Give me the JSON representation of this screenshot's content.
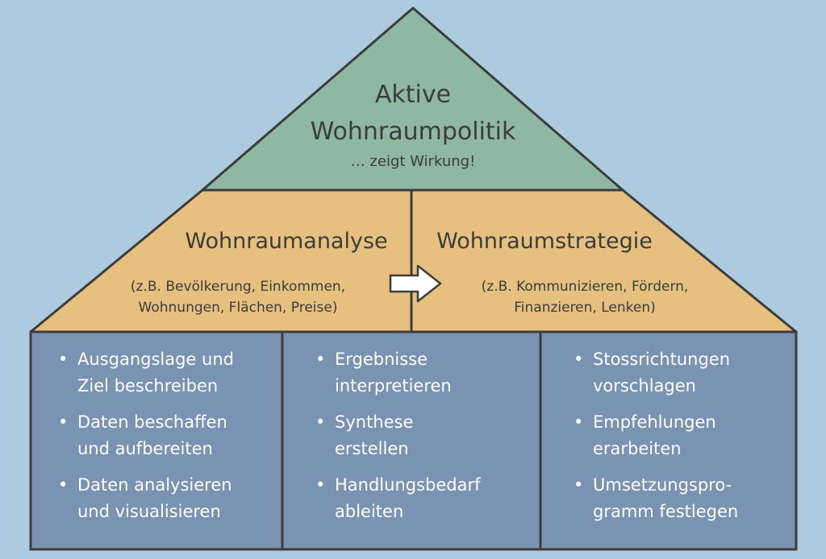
{
  "colors": {
    "background": "#aecadf",
    "roof_top": "#8fb8a3",
    "roof_middle": "#e6c07e",
    "foundation": "#7b93b2",
    "stroke": "#3c3c3c"
  },
  "roof": {
    "title_line1": "Aktive",
    "title_line2": "Wohnraumpolitik",
    "subtitle": "… zeigt Wirkung!"
  },
  "middle": {
    "left": {
      "heading": "Wohnraumanalyse",
      "sub_line1": "(z.B. Bevölkerung, Einkommen,",
      "sub_line2": "Wohnungen, Flächen, Preise)"
    },
    "right": {
      "heading": "Wohnraumstrategie",
      "sub_line1": "(z.B. Kommunizieren, Fördern,",
      "sub_line2": "Finanzieren, Lenken)"
    },
    "arrow_icon": "right-arrow-icon"
  },
  "columns": [
    {
      "items": [
        [
          "Ausgangslage und",
          "Ziel beschreiben"
        ],
        [
          "Daten beschaffen",
          "und aufbereiten"
        ],
        [
          "Daten analysieren",
          "und visualisieren"
        ]
      ]
    },
    {
      "items": [
        [
          "Ergebnisse",
          "interpretieren"
        ],
        [
          "Synthese",
          "erstellen"
        ],
        [
          "Handlungsbedarf",
          "ableiten"
        ]
      ]
    },
    {
      "items": [
        [
          "Stossrichtungen",
          "vorschlagen"
        ],
        [
          "Empfehlungen",
          "erarbeiten"
        ],
        [
          "Umsetzungspro-",
          "gramm festlegen"
        ]
      ]
    }
  ]
}
